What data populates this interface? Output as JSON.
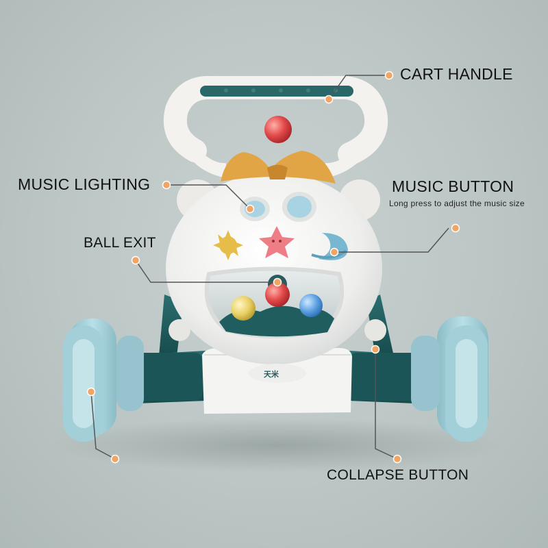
{
  "image": {
    "subject": "baby-walker-toy",
    "colors": {
      "background": "#bcc6c5",
      "body": "#f3f2ef",
      "teal": "#1f5d5f",
      "wheel": "#a9d3dc",
      "crown": "#e2a545",
      "callout_dot": "#f1a565",
      "callout_line": "#555555"
    }
  },
  "callouts": {
    "cart_handle": "CART HANDLE",
    "music_lighting": "MUSIC LIGHTING",
    "music_button": "MUSIC BUTTON",
    "music_button_note": "Long press to adjust the music size",
    "ball_exit": "BALL EXIT",
    "collapse_button": "COLLAPSE BUTTON"
  },
  "brand_mark": "天米"
}
